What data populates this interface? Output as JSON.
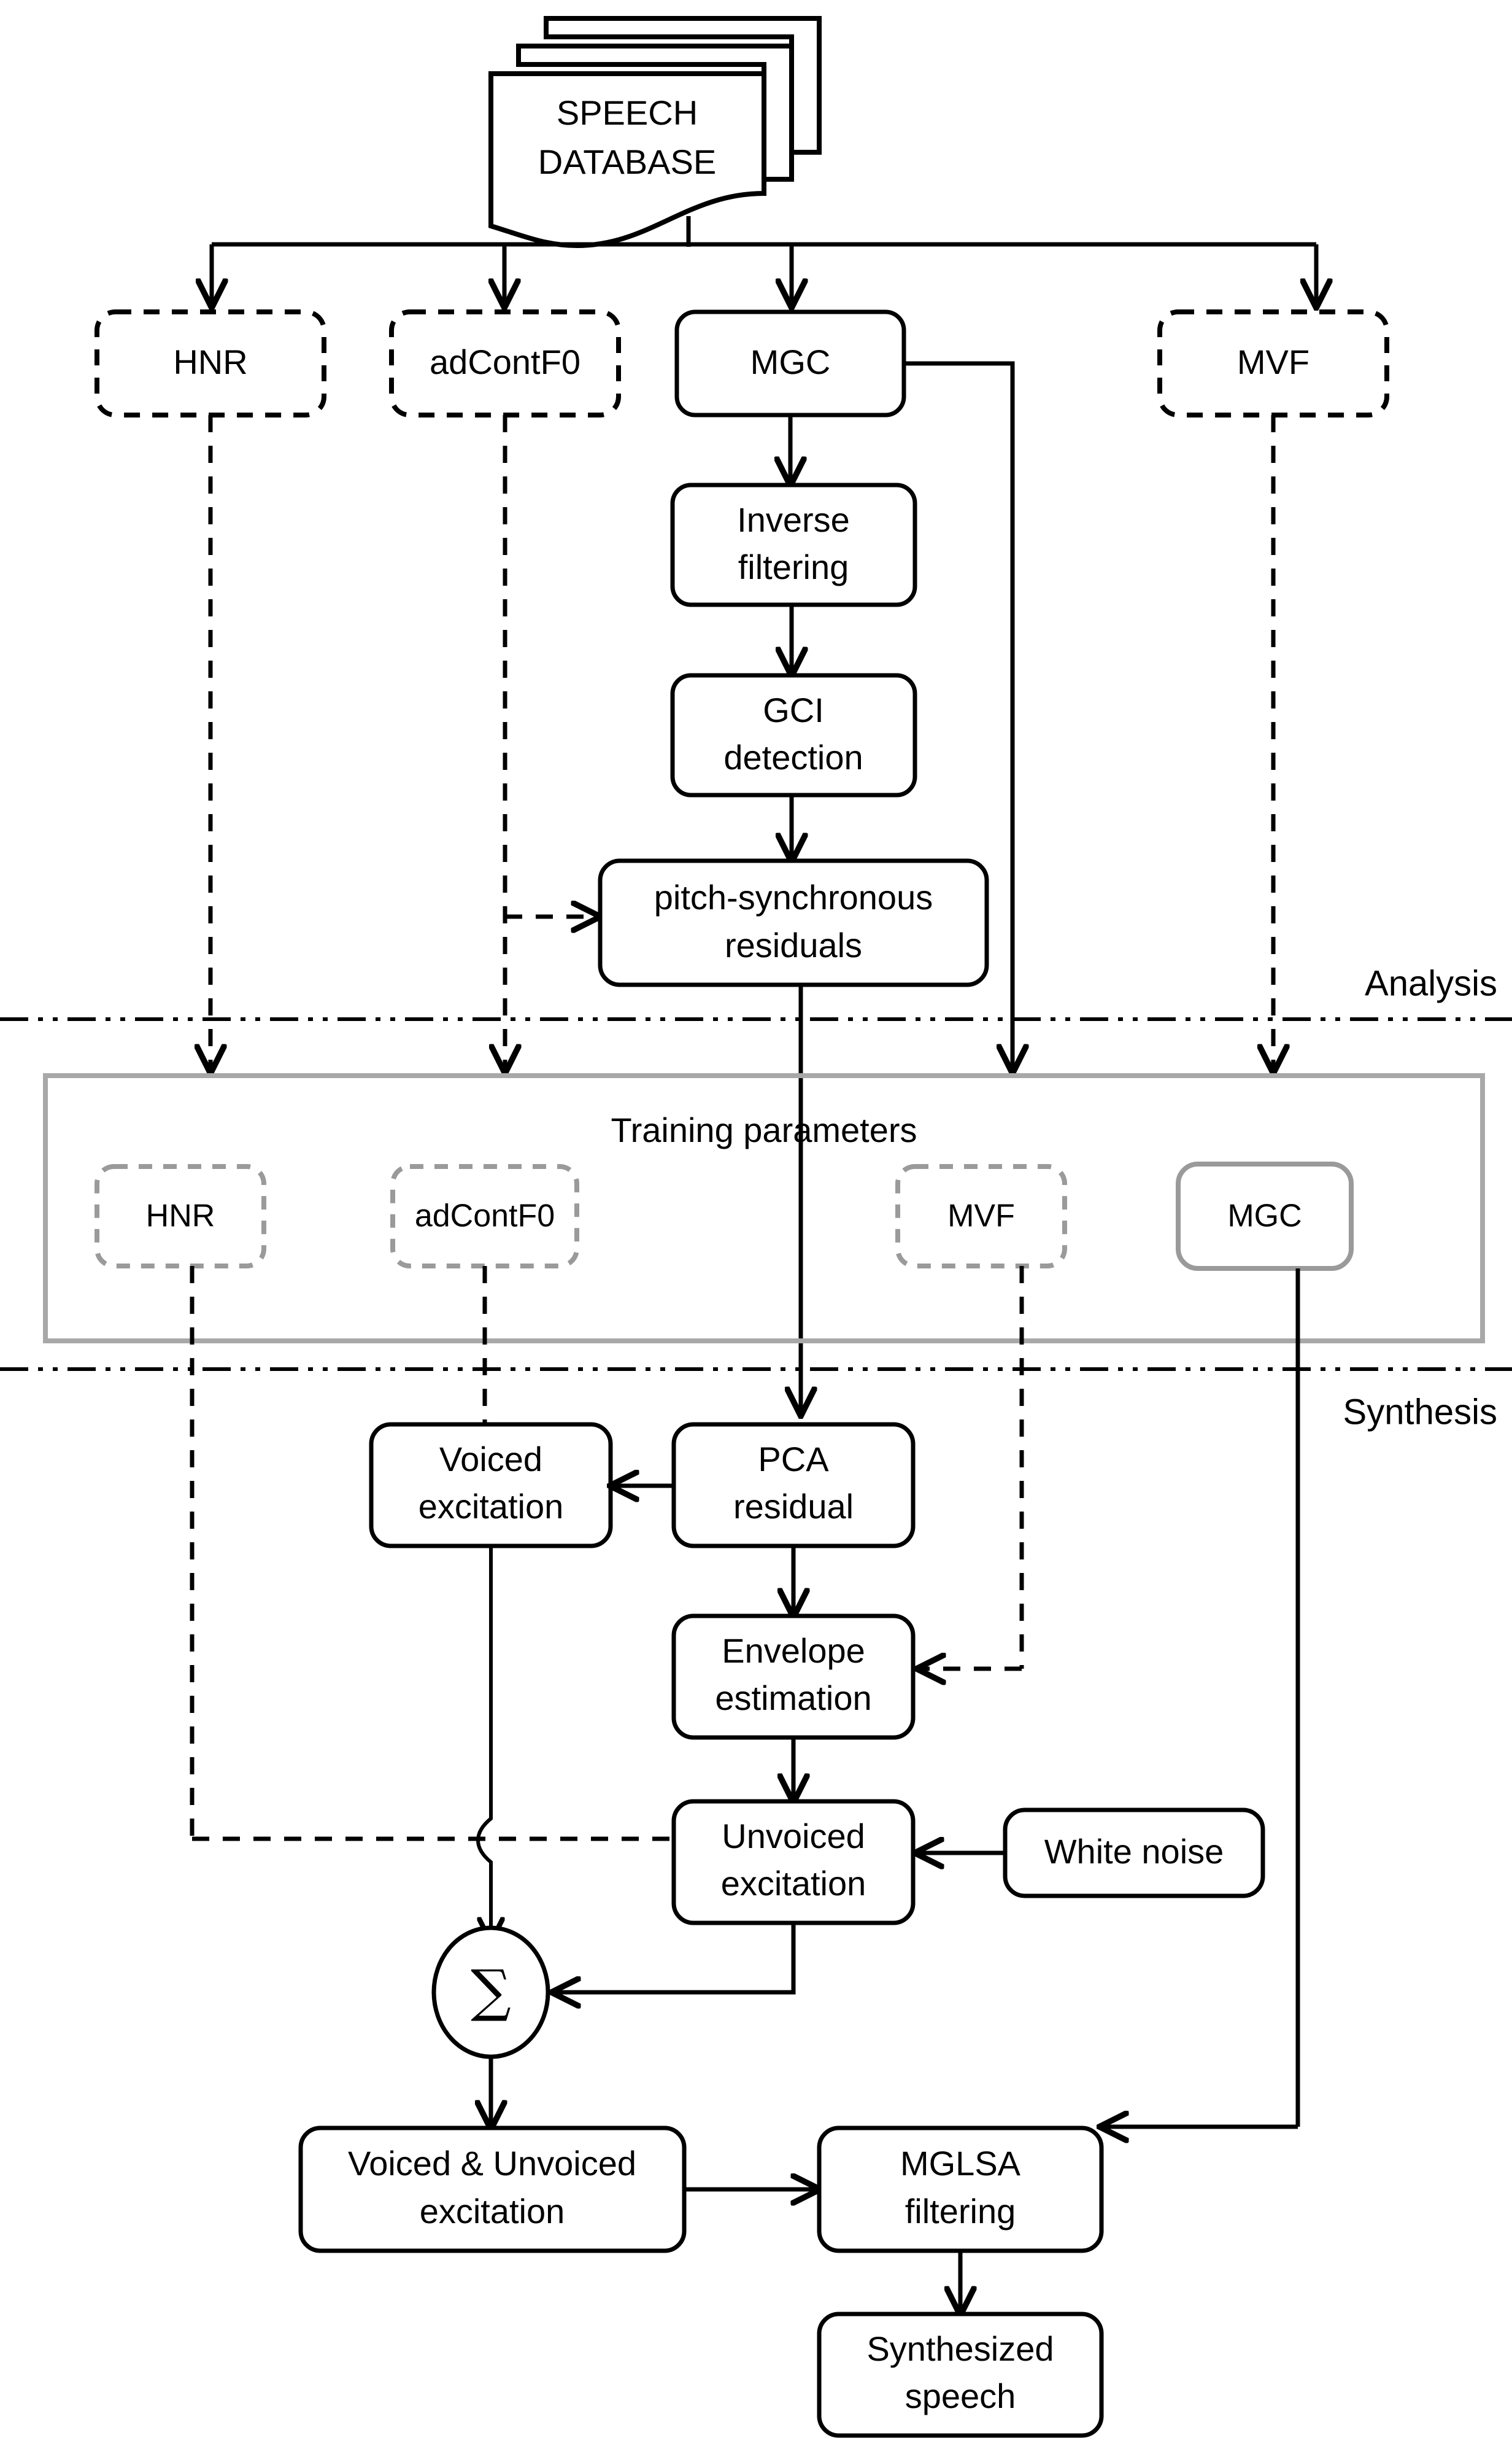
{
  "diagram": {
    "title_note": "Speech analysis and synthesis block diagram",
    "sections": {
      "analysis_label": "Analysis",
      "synthesis_label": "Synthesis"
    },
    "source": {
      "line1": "SPEECH",
      "line2": "DATABASE"
    },
    "analysis_params": [
      {
        "id": "hnr",
        "label": "HNR",
        "style": "dashed"
      },
      {
        "id": "adcontf0",
        "label": "adContF0",
        "style": "dashed"
      },
      {
        "id": "mgc",
        "label": "MGC",
        "style": "solid"
      },
      {
        "id": "mvf",
        "label": "MVF",
        "style": "dashed"
      }
    ],
    "analysis_chain": [
      {
        "id": "inverse-filtering",
        "line1": "Inverse",
        "line2": "filtering"
      },
      {
        "id": "gci-detection",
        "line1": "GCI",
        "line2": "detection"
      },
      {
        "id": "pitch-synchronous-residuals",
        "line1": "pitch-synchronous",
        "line2": "residuals"
      }
    ],
    "training": {
      "title": "Training parameters",
      "params": [
        {
          "id": "hnr",
          "label": "HNR",
          "style": "gray-dashed"
        },
        {
          "id": "adcontf0",
          "label": "adContF0",
          "style": "gray-dashed"
        },
        {
          "id": "mvf",
          "label": "MVF",
          "style": "gray-dashed"
        },
        {
          "id": "mgc",
          "label": "MGC",
          "style": "gray-solid"
        }
      ]
    },
    "synthesis_blocks": [
      {
        "id": "voiced-excitation",
        "line1": "Voiced",
        "line2": "excitation"
      },
      {
        "id": "pca-residual",
        "line1": "PCA",
        "line2": "residual"
      },
      {
        "id": "envelope-estimation",
        "line1": "Envelope",
        "line2": "estimation"
      },
      {
        "id": "unvoiced-excitation",
        "line1": "Unvoiced",
        "line2": "excitation"
      },
      {
        "id": "white-noise",
        "line1": "White noise",
        "line2": ""
      },
      {
        "id": "voiced-unvoiced-excitation",
        "line1": "Voiced & Unvoiced",
        "line2": "excitation"
      },
      {
        "id": "mglsa-filtering",
        "line1": "MGLSA",
        "line2": "filtering"
      },
      {
        "id": "synthesized-speech",
        "line1": "Synthesized",
        "line2": "speech"
      }
    ],
    "summation": {
      "id": "summation-node",
      "symbol": "∑"
    },
    "colors": {
      "stroke": "#000000",
      "gray_stroke": "#9a9a9a",
      "frame_gray": "#a8a8a8",
      "background": "#ffffff"
    }
  }
}
